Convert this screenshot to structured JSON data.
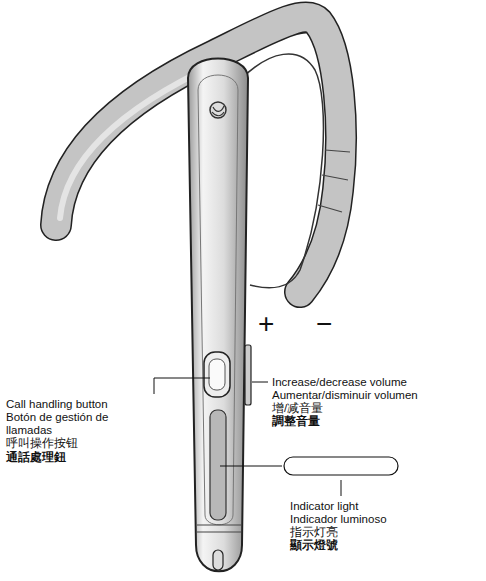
{
  "diagram": {
    "labels": [
      "+",
      "−",
      "Call handling button",
      "Botón de gestión de llamadas",
      "呼叫操作按钮",
      "通話處理鈕",
      "Increase/decrease volume",
      "Aumentar/disminuir volumen",
      "增/减音量",
      "調整音量",
      "Indicator light",
      "Indicador luminoso",
      "指示灯亮",
      "顯示燈號"
    ]
  }
}
